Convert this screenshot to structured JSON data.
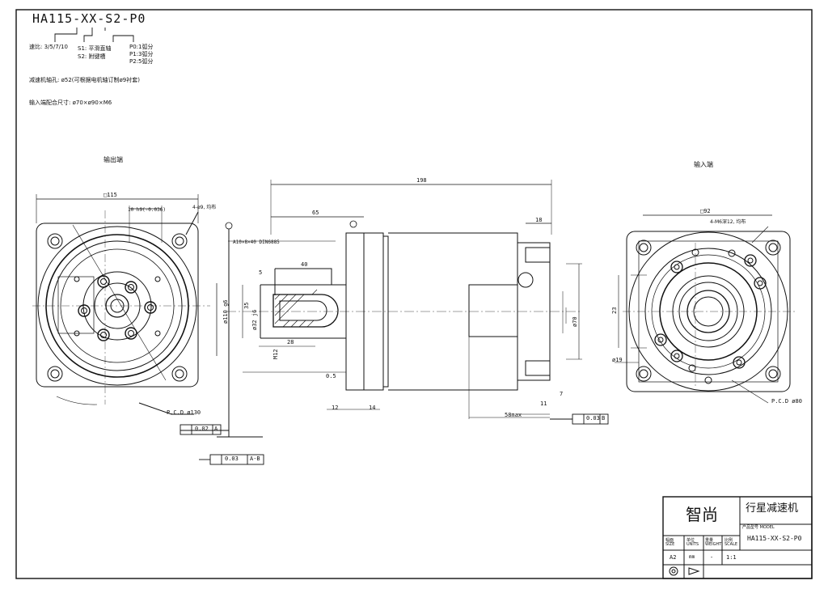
{
  "model_code": {
    "text": "HA115-XX-S2-P0",
    "ratio": "速比: 3/5/7/10",
    "shaft_s1": "S1: 平滑直轴",
    "shaft_s2": "S2: 附键槽",
    "backlash_p0": "P0:1弧分",
    "backlash_p1": "P1:3弧分",
    "backlash_p2": "P2:5弧分"
  },
  "notes": {
    "reducer_bore": "减速机轴孔: ø52(可根据电机轴订制ø9衬套)",
    "input_fit": "输入端配合尺寸: ø70×ø90×M6"
  },
  "views": {
    "output_label": "输出端",
    "input_label": "输入端"
  },
  "dims": {
    "total_len": "198",
    "len_65": "65",
    "len_18": "18",
    "key_spec": "A10×8×40 DIN6885",
    "len_40": "40",
    "len_5": "5",
    "len_28": "28",
    "len_05": "0.5",
    "len_12": "12",
    "len_14": "14",
    "len_58max": "58max",
    "len_11": "11",
    "len_7": "7",
    "sq_115": "□115",
    "key_w": "10 h9(-0.036)",
    "bolt_out": "4-ø9, 均布",
    "pcd_out": "P.C.D ø130",
    "sq_92": "□92",
    "bolt_in": "4-M6深12, 均布",
    "pcd_in": "P.C.D ø80",
    "d19": "ø19",
    "d23": "23",
    "d70": "ø70",
    "d110": "ø110 g6",
    "d32": "ø32 j6",
    "d35": "35",
    "m12": "M12",
    "tol_flat": "0.02",
    "tol_runout": "0.03",
    "tol_par": "0.03",
    "datum_a": "A",
    "datum_ab": "A-B",
    "datum_b": "B"
  },
  "title_block": {
    "company": "智尚",
    "product": "行星减速机",
    "model_label": "产品型号 MODEL",
    "model": "HA115-XX-S2-P0",
    "col_size": "幅面 SIZE",
    "col_units": "单位 UNITS",
    "col_weight": "重量 WEIGHT",
    "col_scale": "比例 SCALE",
    "size": "A2",
    "units": "mm",
    "weight": "-",
    "scale": "1:1"
  }
}
